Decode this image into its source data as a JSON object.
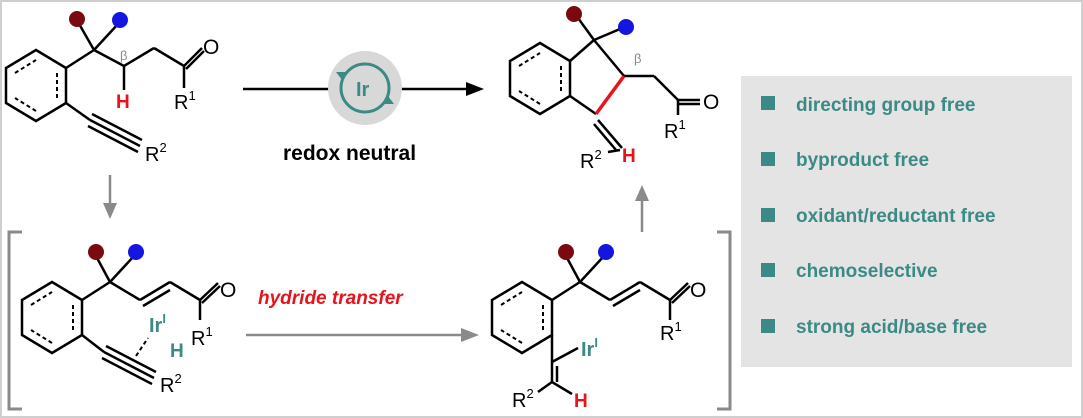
{
  "colors": {
    "teal": "#3b8a86",
    "red": "#e8131b",
    "gray": "#8a8a8a",
    "panel": "#e4e4e4",
    "maroon": "#7a0a10",
    "blue": "#1515e0"
  },
  "labels": {
    "beta": "β",
    "H": "H",
    "O": "O",
    "R": "R",
    "one": "1",
    "two": "2",
    "Ir": "Ir",
    "I": "I",
    "redox_neutral": "redox neutral",
    "hydride_transfer": "hydride transfer"
  },
  "features": [
    "directing group free",
    "byproduct free",
    "oxidant/reductant free",
    "chemoselective",
    "strong acid/base free"
  ]
}
